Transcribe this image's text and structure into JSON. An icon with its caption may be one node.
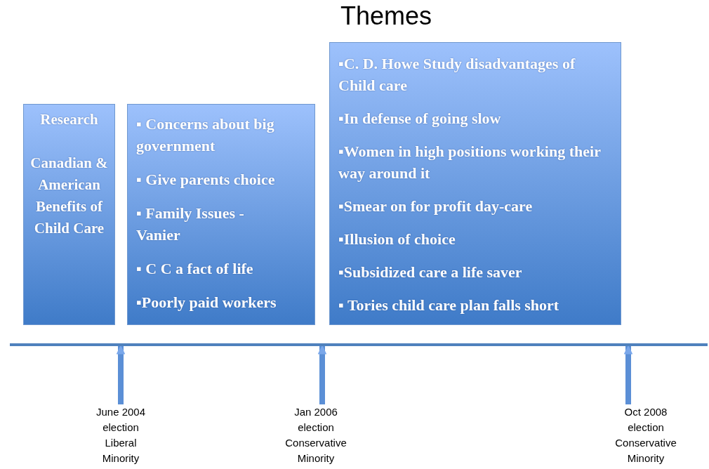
{
  "diagram": {
    "title": "Themes",
    "nodes": [
      {
        "text": [
          "Research",
          "Canadian & American Benefits of Child Care"
        ]
      },
      {
        "text": [
          "▪ Concerns about big government",
          "▪ Give parents choice",
          "▪ Family Issues - Vanier",
          "▪ C C a fact of life",
          "▪Poorly paid workers"
        ]
      },
      {
        "text": [
          "▪C. D. Howe Study disadvantages of Child care",
          "▪In defense of going slow",
          "▪Women in high positions working their way around it",
          "▪Smear on for profit day-care",
          "▪Illusion of choice",
          "▪Subsidized care a life saver",
          "▪ Tories child care plan falls short"
        ]
      },
      {
        "text": [],
        "shape": "bar"
      },
      {
        "text": [
          "June 2004 election Liberal Minority"
        ]
      },
      {
        "text": [
          "Jan 2006 election Conservative Minority"
        ]
      },
      {
        "text": [
          "Oct 2008 election Conservative Minority"
        ]
      }
    ],
    "edges": [
      {
        "from": 4,
        "to": 3,
        "arrow": "to"
      },
      {
        "from": 5,
        "to": 3,
        "arrow": "to"
      },
      {
        "from": 6,
        "to": 3,
        "arrow": "to"
      }
    ]
  }
}
